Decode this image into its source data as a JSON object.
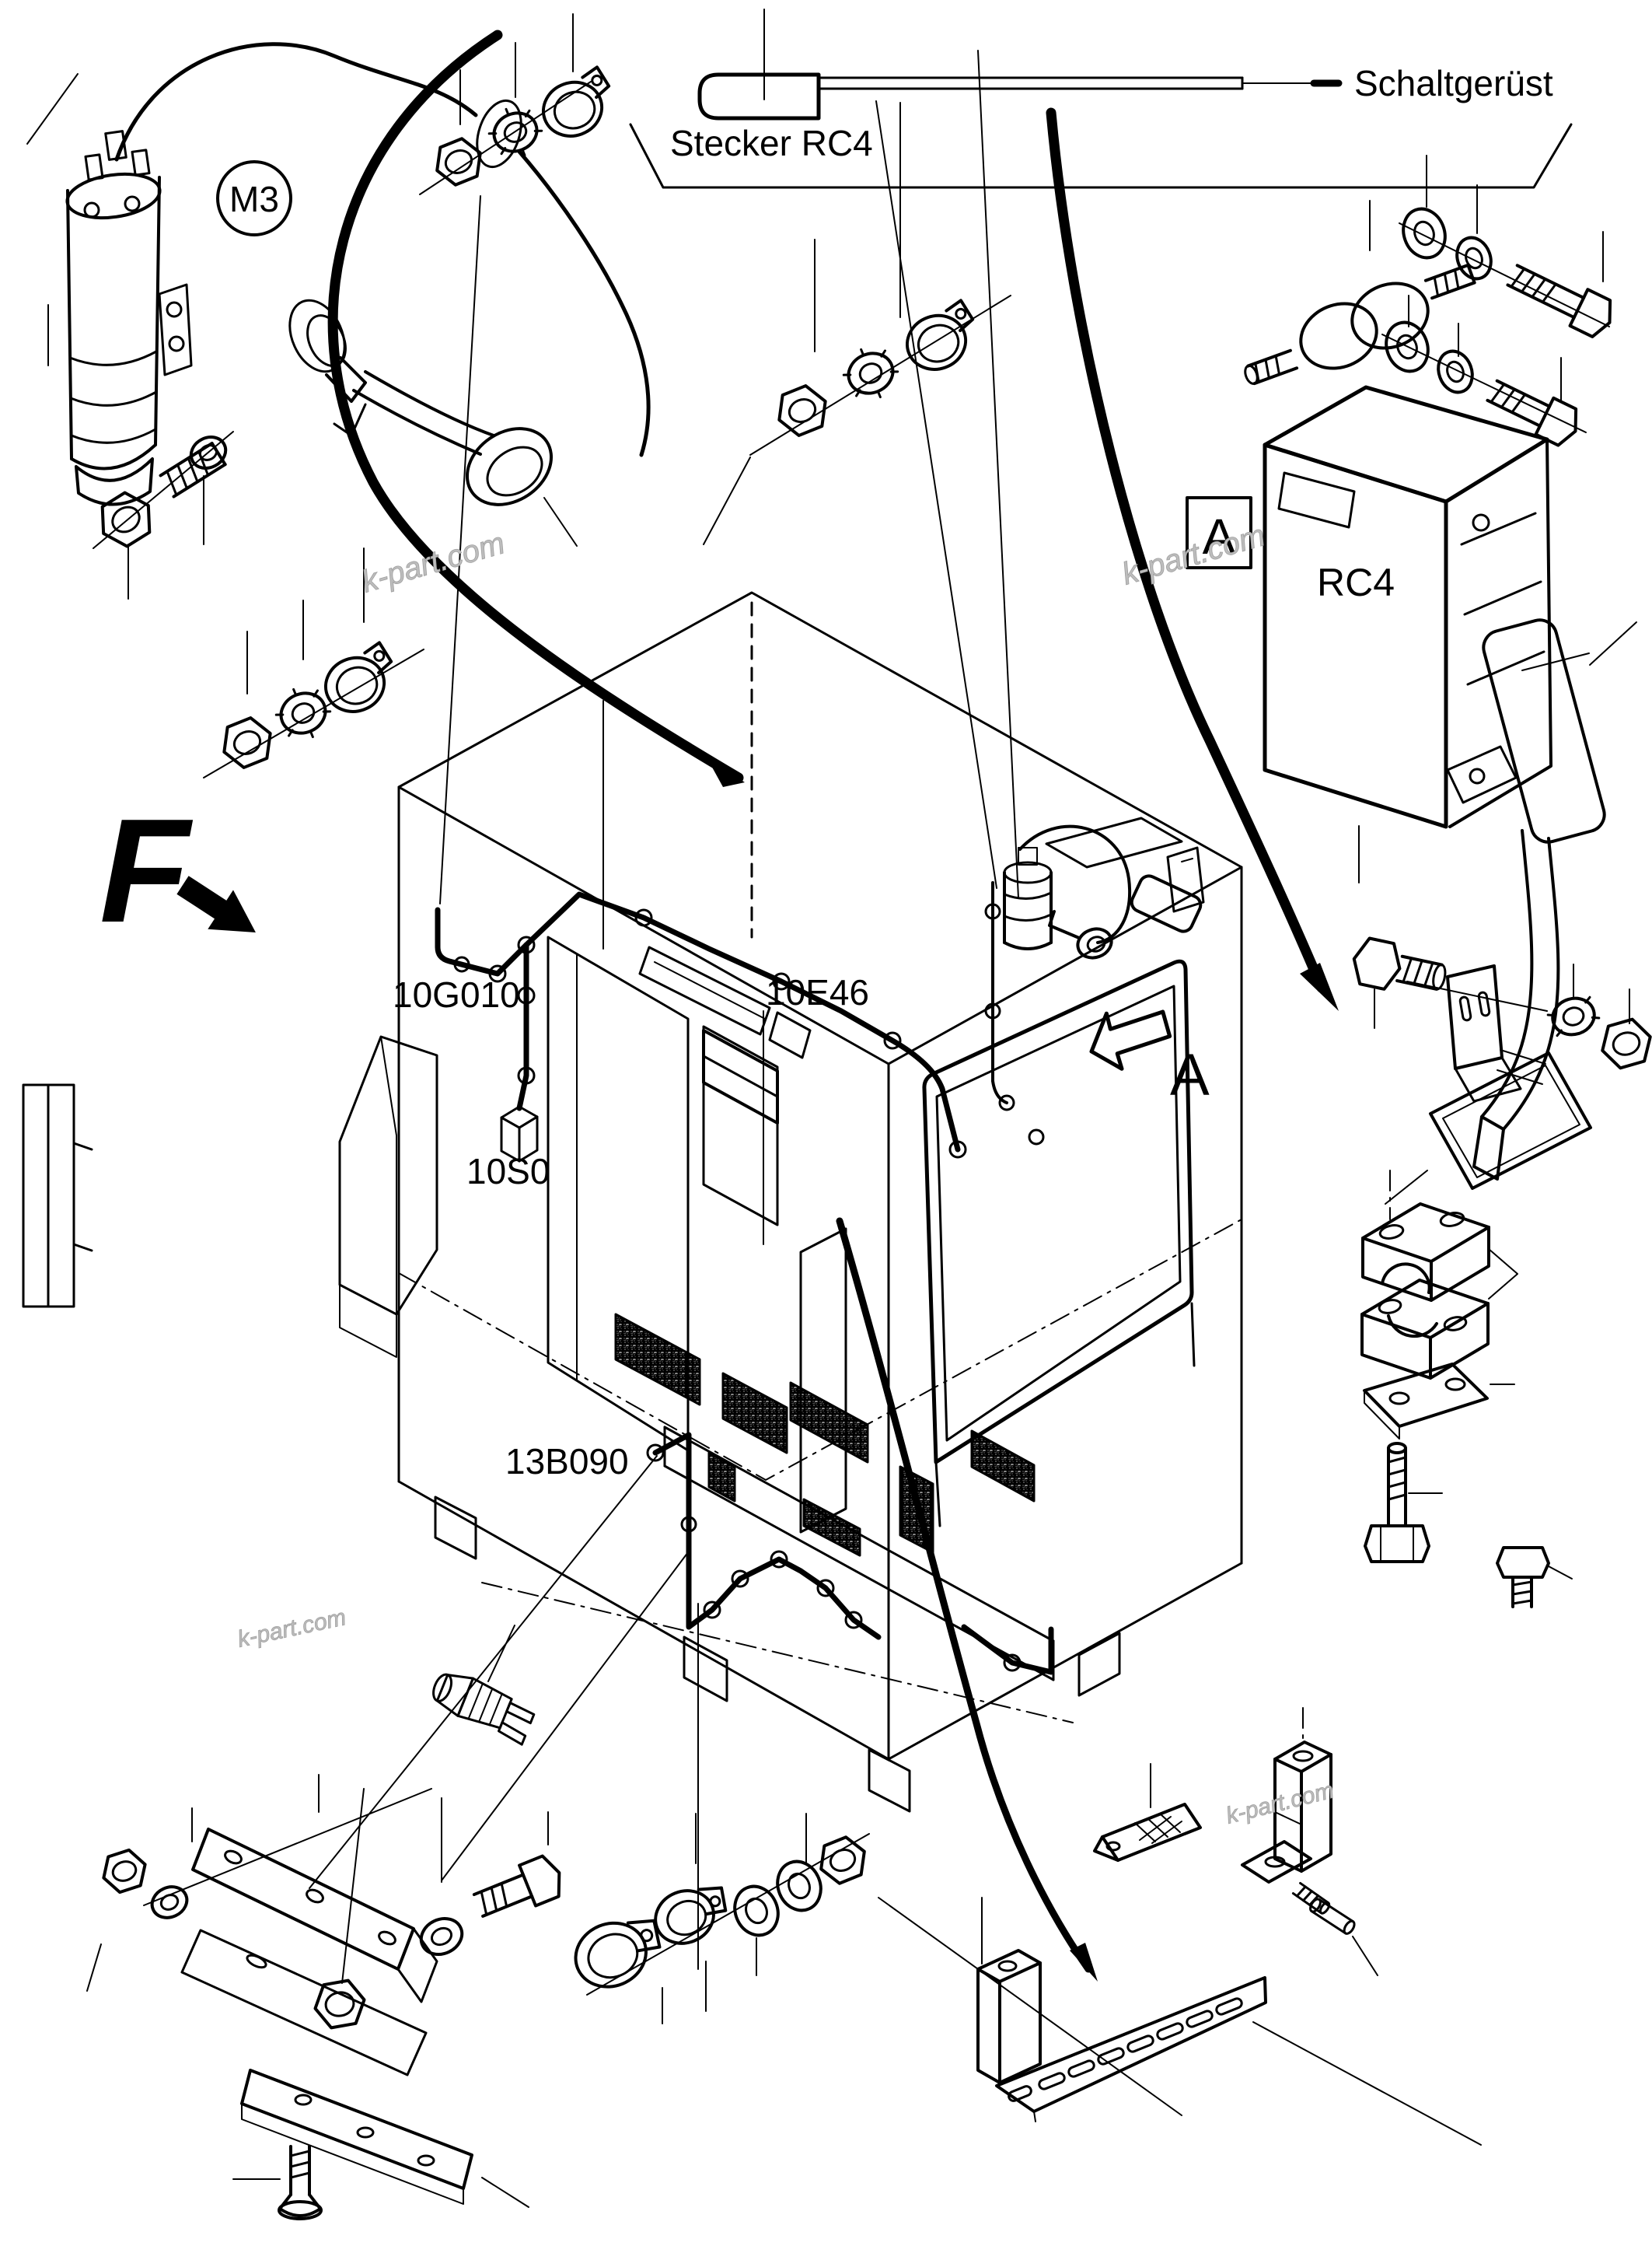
{
  "labels": {
    "schaltgeruest": "Schaltgerüst",
    "stecker_rc4": "Stecker RC4",
    "motor_circle": "M3",
    "detail_box": "A",
    "rc4_unit": "RC4",
    "detail_arrow": "A",
    "view_arrow": "F",
    "harness_ground": "10G010",
    "harness_main": "10E46",
    "horn_switch": "10S0",
    "harness_lower": "13B090"
  },
  "watermark": {
    "text": "k-part.com"
  },
  "colors": {
    "line": "#000000",
    "paper": "#ffffff",
    "watermark": "#bdbdbd",
    "stipple": "#e6e6e6"
  }
}
